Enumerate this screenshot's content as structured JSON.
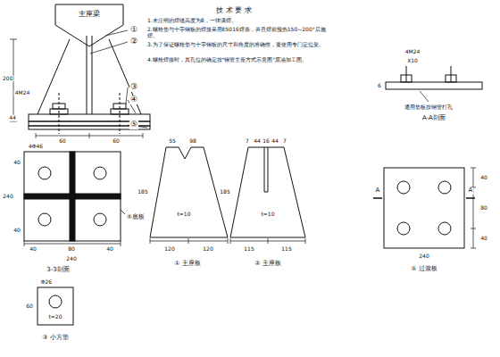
{
  "diagram": {
    "labels": [
      "主座梁",
      "①",
      "②",
      "③",
      "④",
      "⑤",
      "200",
      "4M24",
      "44",
      "60",
      "60",
      "技 术 要 求",
      "1.未注明的焊缝高度为8，一律满焊。",
      "2.螺栓垫与十字钢板的焊接采用E5016焊条，并且焊前预热150~200°后施焊。",
      "3.为了保证螺栓垫与十字钢板的尺寸和角度的准确性，要使用专门定位架。",
      "4.螺栓焊接时，其孔位的确定按\"钢管主座方式示意图\"原油加工图。",
      "4Φ46",
      "240",
      "40",
      "40",
      "40",
      "80",
      "40",
      "240",
      "④底板",
      "3-3剖面",
      "Φ26",
      "60",
      "t=20",
      "③ 小方垫",
      "55",
      "98",
      "185",
      "t=10",
      "120",
      "120",
      "① 主座板",
      "7",
      "44",
      "16",
      "44",
      "7",
      "185",
      "t=10",
      "115",
      "115",
      "② 主座板",
      "4M24",
      "X10",
      "6",
      "通用垫板按钢管打孔",
      "A-A剖面",
      "A",
      "A",
      "40",
      "80",
      "40",
      "240",
      "⑤ 过渡板"
    ]
  }
}
